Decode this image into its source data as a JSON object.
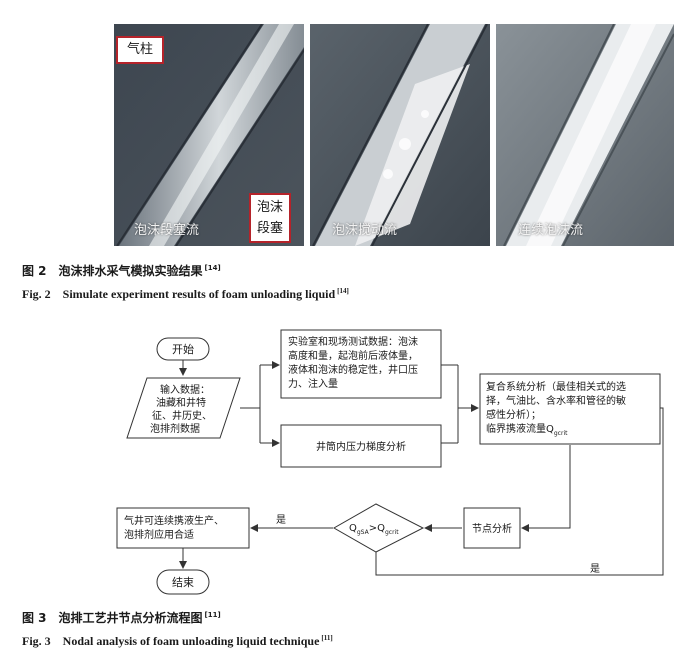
{
  "figure2": {
    "panels": [
      {
        "caption": "泡沫段塞流"
      },
      {
        "caption": "泡沫搅动流"
      },
      {
        "caption": "连续泡沫流"
      }
    ],
    "labels": {
      "gas_column": "气柱",
      "foam_slug_line1": "泡沫",
      "foam_slug_line2": "段塞"
    },
    "caption_cn": "图 2　泡沫排水采气模拟实验结果",
    "caption_en": "Fig. 2　Simulate experiment results of foam unloading liquid",
    "ref": "[14]"
  },
  "figure3": {
    "start": "开始",
    "input": [
      "输入数据：",
      "油藏和井特",
      "征、井历史、",
      "泡排剂数据"
    ],
    "lab_data": [
      "实验室和现场测试数据：泡沫",
      "高度和量，起泡前后液体量，",
      "液体和泡沫的稳定性，井口压",
      "力、注入量"
    ],
    "pressure": "井筒内压力梯度分析",
    "system": [
      "复合系统分析（最佳相关式的选",
      "择，气油比、含水率和管径的敏",
      "感性分析）；"
    ],
    "critical_prefix": "临界携液流量Q",
    "critical_sub": "gcrit",
    "nodal": "节点分析",
    "decision_q1": "Q",
    "decision_sub1": "gSA",
    "decision_op": ">Q",
    "decision_sub2": "gcrit",
    "yes1": "是",
    "yes2": "是",
    "result": [
      "气井可连续携液生产、",
      "泡排剂应用合适"
    ],
    "end": "结束",
    "caption_cn": "图 3　泡排工艺井节点分析流程图",
    "caption_en": "Fig. 3　Nodal analysis of foam unloading liquid technique",
    "ref": "[11]"
  }
}
